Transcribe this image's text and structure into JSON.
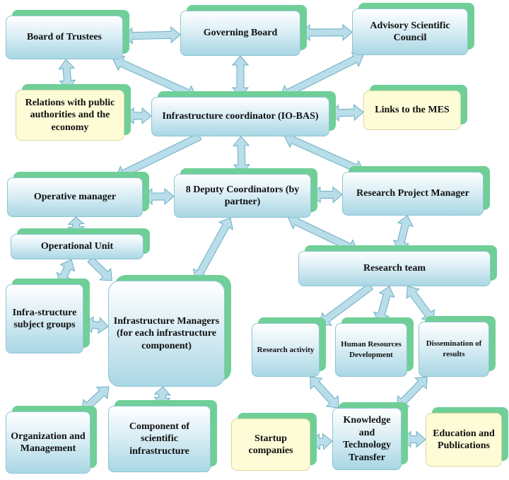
{
  "nodes": [
    {
      "id": "board-of-trustees",
      "label": "Board of Trustees",
      "style": "blue"
    },
    {
      "id": "governing-board",
      "label": "Governing Board",
      "style": "blue"
    },
    {
      "id": "advisory-scientific-council",
      "label": "Advisory Scientific Council",
      "style": "blue"
    },
    {
      "id": "relations-public-authorities",
      "label": "Relations with public authorities and the economy",
      "style": "yellow"
    },
    {
      "id": "infrastructure-coordinator",
      "label": "Infrastructure coordinator (IO-BAS)",
      "style": "blue"
    },
    {
      "id": "links-to-mes",
      "label": "Links to the MES",
      "style": "yellow"
    },
    {
      "id": "operative-manager",
      "label": "Operative manager",
      "style": "blue"
    },
    {
      "id": "deputy-coordinators",
      "label": "8 Deputy Coordinators (by partner)",
      "style": "blue"
    },
    {
      "id": "research-project-manager",
      "label": "Research Project Manager",
      "style": "blue"
    },
    {
      "id": "operational-unit",
      "label": "Operational Unit",
      "style": "blue"
    },
    {
      "id": "research-team",
      "label": "Research team",
      "style": "blue"
    },
    {
      "id": "infrastructure-subject-groups",
      "label": "Infra-structure subject groups",
      "style": "blue"
    },
    {
      "id": "infrastructure-managers",
      "label": "Infrastructure Managers (for each infrastructure component)",
      "style": "blue"
    },
    {
      "id": "research-activity",
      "label": "Research activity",
      "style": "blue"
    },
    {
      "id": "human-resources-development",
      "label": "Human Resources Development",
      "style": "blue"
    },
    {
      "id": "dissemination-of-results",
      "label": "Dissemination of results",
      "style": "blue"
    },
    {
      "id": "organization-and-management",
      "label": "Organization and Management",
      "style": "blue"
    },
    {
      "id": "component-of-scientific-infrastructure",
      "label": "Component of scientific infrastructure",
      "style": "blue"
    },
    {
      "id": "startup-companies",
      "label": "Startup companies",
      "style": "yellow"
    },
    {
      "id": "knowledge-and-technology-transfer",
      "label": "Knowledge and Technology Transfer",
      "style": "blue"
    },
    {
      "id": "education-and-publications",
      "label": "Education and Publications",
      "style": "yellow"
    }
  ],
  "edges": [
    {
      "from": "board-of-trustees",
      "to": "governing-board",
      "type": "double"
    },
    {
      "from": "governing-board",
      "to": "advisory-scientific-council",
      "type": "double"
    },
    {
      "from": "board-of-trustees",
      "to": "relations-public-authorities",
      "type": "double"
    },
    {
      "from": "board-of-trustees",
      "to": "infrastructure-coordinator",
      "type": "double"
    },
    {
      "from": "governing-board",
      "to": "infrastructure-coordinator",
      "type": "double"
    },
    {
      "from": "advisory-scientific-council",
      "to": "infrastructure-coordinator",
      "type": "double"
    },
    {
      "from": "relations-public-authorities",
      "to": "infrastructure-coordinator",
      "type": "double"
    },
    {
      "from": "infrastructure-coordinator",
      "to": "links-to-mes",
      "type": "double"
    },
    {
      "from": "infrastructure-coordinator",
      "to": "operative-manager",
      "type": "single"
    },
    {
      "from": "infrastructure-coordinator",
      "to": "deputy-coordinators",
      "type": "double"
    },
    {
      "from": "infrastructure-coordinator",
      "to": "research-project-manager",
      "type": "double"
    },
    {
      "from": "operative-manager",
      "to": "deputy-coordinators",
      "type": "double"
    },
    {
      "from": "deputy-coordinators",
      "to": "research-project-manager",
      "type": "double"
    },
    {
      "from": "operative-manager",
      "to": "operational-unit",
      "type": "double"
    },
    {
      "from": "deputy-coordinators",
      "to": "infrastructure-managers",
      "type": "double"
    },
    {
      "from": "deputy-coordinators",
      "to": "research-team",
      "type": "double"
    },
    {
      "from": "research-project-manager",
      "to": "research-team",
      "type": "double"
    },
    {
      "from": "operational-unit",
      "to": "infrastructure-subject-groups",
      "type": "double"
    },
    {
      "from": "operational-unit",
      "to": "infrastructure-managers",
      "type": "single"
    },
    {
      "from": "infrastructure-subject-groups",
      "to": "infrastructure-managers",
      "type": "double"
    },
    {
      "from": "research-team",
      "to": "research-activity",
      "type": "single"
    },
    {
      "from": "research-team",
      "to": "human-resources-development",
      "type": "double"
    },
    {
      "from": "research-team",
      "to": "dissemination-of-results",
      "type": "double"
    },
    {
      "from": "infrastructure-managers",
      "to": "organization-and-management",
      "type": "double"
    },
    {
      "from": "infrastructure-managers",
      "to": "component-of-scientific-infrastructure",
      "type": "double"
    },
    {
      "from": "research-activity",
      "to": "knowledge-and-technology-transfer",
      "type": "double"
    },
    {
      "from": "dissemination-of-results",
      "to": "knowledge-and-technology-transfer",
      "type": "double"
    },
    {
      "from": "startup-companies",
      "to": "knowledge-and-technology-transfer",
      "type": "double"
    },
    {
      "from": "knowledge-and-technology-transfer",
      "to": "education-and-publications",
      "type": "double"
    }
  ],
  "colors": {
    "box_fill": "#dbeef5",
    "box_shadow": "#6fcf97",
    "highlight_fill": "#fdfcd6",
    "arrow_fill": "#b9dde9",
    "arrow_stroke": "#6aaec4"
  }
}
